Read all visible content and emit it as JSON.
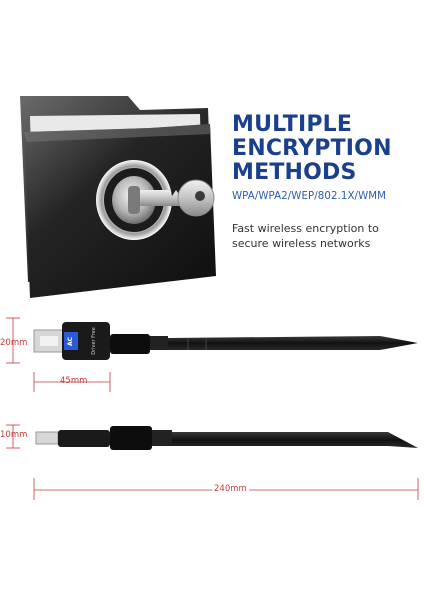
{
  "headline": {
    "line1": "MULTIPLE",
    "line2": "ENCRYPTION",
    "line3": "METHODS"
  },
  "protocols": "WPA/WPA2/WEP/802.1X/WMM",
  "description": {
    "line1": "Fast wireless encryption to",
    "line2": "secure wireless networks"
  },
  "adapter_labels": {
    "badge": "AC",
    "driver": "Driver Free"
  },
  "dimensions": {
    "height_top": "20mm",
    "usb_length": "45mm",
    "height_bottom": "10mm",
    "total_length": "240mm"
  },
  "colors": {
    "headline": "#1a3f8c",
    "protocols": "#2f5bb0",
    "dimension": "#c63a3a",
    "badge": "#2a5bd7"
  },
  "icons": [
    "folder-icon",
    "lock-cylinder-icon",
    "key-icon"
  ]
}
